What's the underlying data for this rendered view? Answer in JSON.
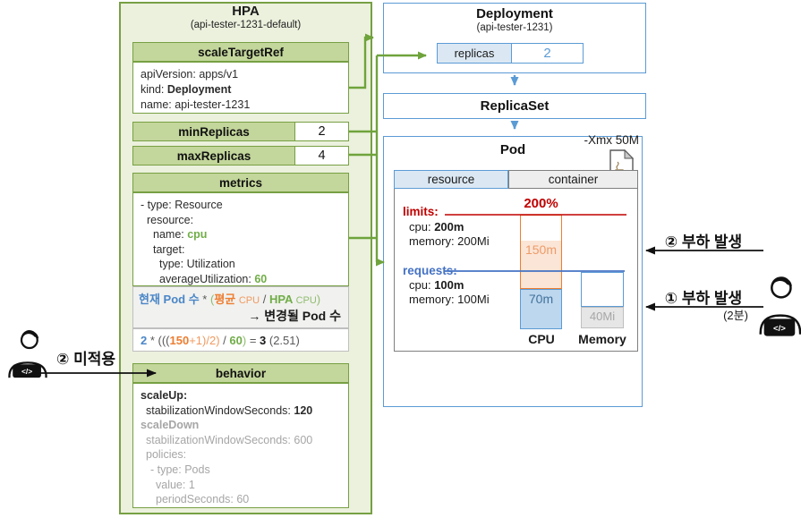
{
  "colors": {
    "green_border": "#77A043",
    "green_header_fill": "#C3D69B",
    "green_panel_fill": "#EBF1DD",
    "blue_border": "#5B9BD5",
    "blue_cell_fill": "#DBE8F4",
    "requests_blue": "#4472C4",
    "limits_red": "#C00000",
    "orange_border": "#ED7D31",
    "orange_fill": "#FBE5D6",
    "cpu_used_fill": "#BDD7EE",
    "memory_used_fill": "#E7E6E6",
    "table_border_gray": "#7F7F7F"
  },
  "hpa": {
    "title": "HPA",
    "subtitle": "(api-tester-1231-default)",
    "scale_target_ref": {
      "header": "scaleTargetRef",
      "api_version": "apiVersion: apps/v1",
      "kind_key": "kind: ",
      "kind_value": "Deployment",
      "name": "name: api-tester-1231"
    },
    "min_replicas": {
      "label": "minReplicas",
      "value": "2"
    },
    "max_replicas": {
      "label": "maxReplicas",
      "value": "4"
    },
    "metrics": {
      "header": "metrics",
      "line1": "- type: Resource",
      "line2": "resource:",
      "line3_key": "name: ",
      "line3_value": "cpu",
      "line4": "target:",
      "line5": "type: Utilization",
      "line6_key": "averageUtilization: ",
      "line6_value": "60"
    },
    "formula": {
      "current_pods": "현재 Pod 수",
      "operator": " * ",
      "open_paren": "(",
      "avg": "평균 ",
      "avg_unit": "CPU",
      "divide": " / ",
      "hpa": "HPA ",
      "hpa_unit": "CPU",
      "close_paren": ")",
      "result": "→ 변경될 Pod 수"
    },
    "calculation": {
      "replicas": "2",
      "op1": " * (((",
      "usage": "150",
      "op2": "+1)/2)",
      "op3": " / ",
      "target": "60",
      "op4": ")",
      "op5": " = ",
      "result": "3",
      "approx": " (2.51)"
    },
    "behavior": {
      "header": "behavior",
      "scale_up": "scaleUp:",
      "up_window_key": "stabilizationWindowSeconds: ",
      "up_window_value": "120",
      "scale_down": "scaleDown",
      "down_window": "stabilizationWindowSeconds: 600",
      "policies": "policies:",
      "policy_type": "- type: Pods",
      "policy_value": "value: 1",
      "policy_period": "periodSeconds: 60"
    }
  },
  "deployment": {
    "title": "Deployment",
    "subtitle": "(api-tester-1231)",
    "replicas_label": "replicas",
    "replicas_value": "2"
  },
  "replica_set": {
    "title": "ReplicaSet"
  },
  "pod": {
    "title": "Pod",
    "jvm_option": "-Xmx 50M",
    "jar_badge": "JAR",
    "table": {
      "resource_header": "resource",
      "container_header": "container"
    },
    "limits": {
      "label": "limits:",
      "percent": "200%",
      "cpu_key": "cpu: ",
      "cpu_value": "200m",
      "memory": "memory: 200Mi"
    },
    "requests": {
      "label": "requests:",
      "cpu_key": "cpu: ",
      "cpu_value": "100m",
      "memory": "memory: 100Mi"
    },
    "cpu_bar": {
      "usage": "150m",
      "baseline": "70m",
      "label": "CPU"
    },
    "memory_bar": {
      "usage": "40Mi",
      "label": "Memory"
    }
  },
  "annotations": {
    "load_event_2": "② 부하 발생",
    "load_event_1": "① 부하 발생",
    "load_event_1_duration": "(2분)",
    "not_applied": "② 미적용",
    "dev_icon_code": "</>"
  }
}
